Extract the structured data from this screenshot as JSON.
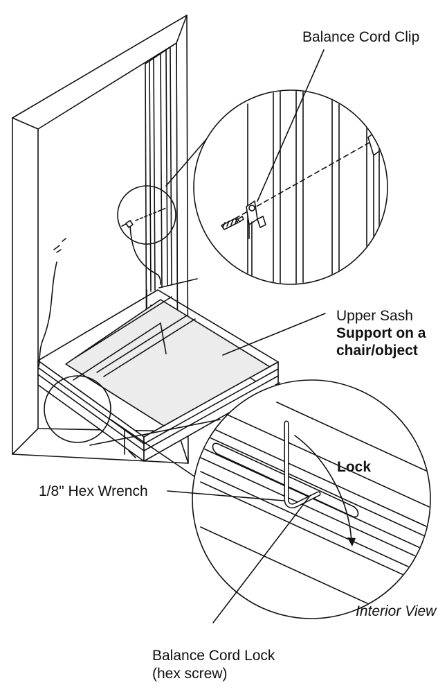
{
  "labels": {
    "balance_cord_clip": "Balance Cord Clip",
    "upper_sash": "Upper Sash",
    "support_line1": "Support on a",
    "support_line2": "chair/object",
    "lock": "Lock",
    "hex_wrench": "1/8\" Hex Wrench",
    "interior_view": "Interior View",
    "cord_lock_line1": "Balance Cord Lock",
    "cord_lock_line2": "(hex screw)"
  },
  "colors": {
    "ink": "#111111",
    "glass": "#ececec",
    "background": "#ffffff"
  }
}
